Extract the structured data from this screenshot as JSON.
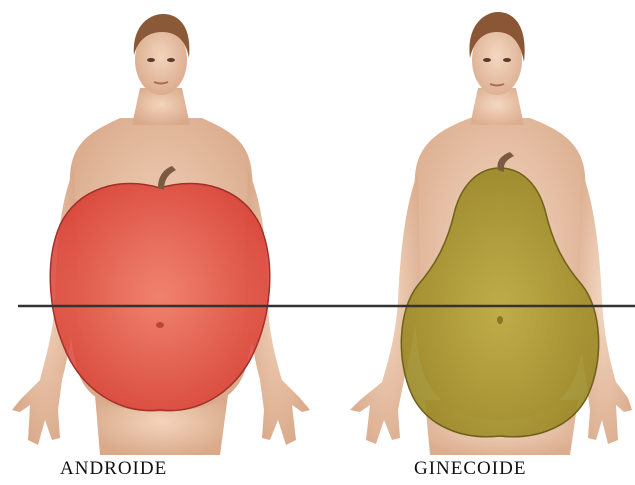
{
  "figures": [
    {
      "id": "android",
      "label": "ANDROIDE",
      "overlay_shape": "apple",
      "overlay_color": "#e8453a",
      "skin_color": "#ebc5a8",
      "hair_color": "#8a5a38"
    },
    {
      "id": "gynoid",
      "label": "GINECOIDE",
      "overlay_shape": "pear",
      "overlay_color": "#a9982a",
      "skin_color": "#ecc8ad",
      "hair_color": "#8a5636"
    }
  ],
  "reference_line_color": "#333333",
  "background": "#ffffff"
}
